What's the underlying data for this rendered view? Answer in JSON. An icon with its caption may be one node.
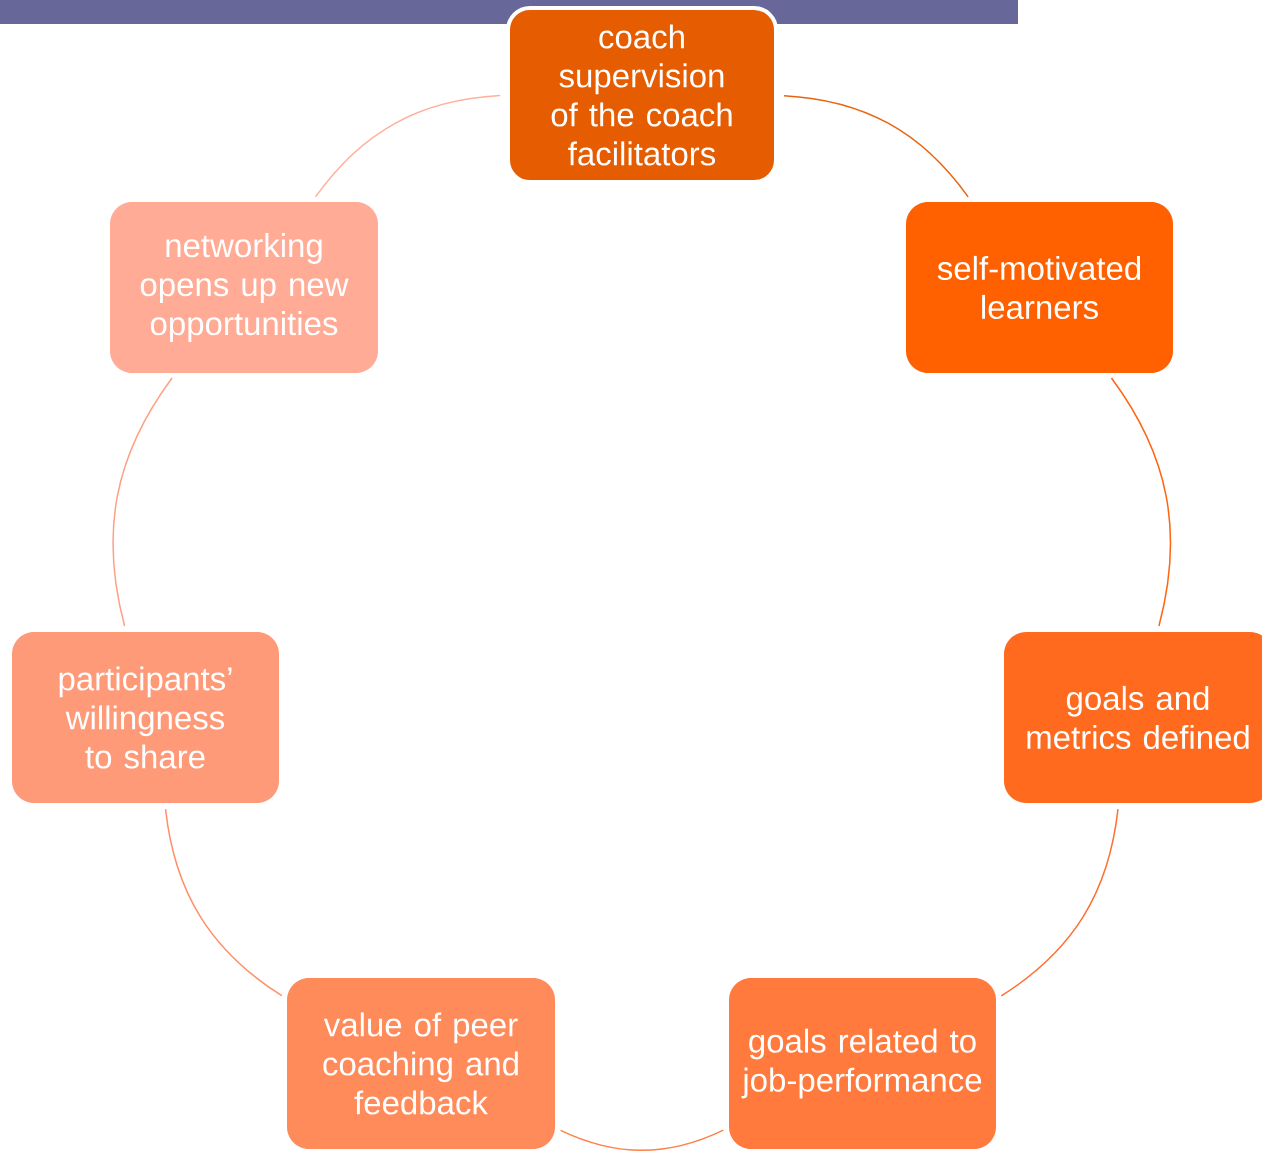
{
  "diagram": {
    "nodes": [
      {
        "text": [
          "coach supervision of the coach facilitators"
        ]
      },
      {
        "text": [
          "self-motivated learners"
        ]
      },
      {
        "text": [
          "goals and metrics defined"
        ]
      },
      {
        "text": [
          "goals related to job-performance"
        ]
      },
      {
        "text": [
          "value of peer coaching and feedback"
        ]
      },
      {
        "text": [
          "participants’ willingness to share"
        ]
      },
      {
        "text": [
          "networking opens up new opportunities"
        ]
      }
    ],
    "edges": [
      {
        "from": 0,
        "to": 1,
        "arrow": "none",
        "color": "#e8640f"
      },
      {
        "from": 1,
        "to": 2,
        "arrow": "none",
        "color": "#ff6410"
      },
      {
        "from": 2,
        "to": 3,
        "arrow": "none",
        "color": "#ff7030"
      },
      {
        "from": 3,
        "to": 4,
        "arrow": "none",
        "color": "#ff8048"
      },
      {
        "from": 4,
        "to": 5,
        "arrow": "none",
        "color": "#ff9068"
      },
      {
        "from": 5,
        "to": 6,
        "arrow": "none",
        "color": "#ffa084"
      },
      {
        "from": 6,
        "to": 0,
        "arrow": "none",
        "color": "#ffb09c"
      }
    ]
  }
}
